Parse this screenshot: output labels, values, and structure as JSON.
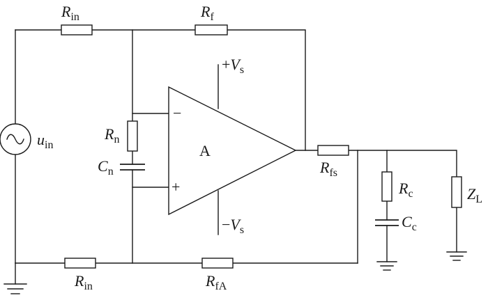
{
  "diagram": {
    "labels": {
      "r_in_top": {
        "sym": "R",
        "sub": "in"
      },
      "r_f": {
        "sym": "R",
        "sub": "f"
      },
      "r_n": {
        "sym": "R",
        "sub": "n"
      },
      "c_n": {
        "sym": "C",
        "sub": "n"
      },
      "u_in": {
        "sym": "u",
        "sub": "in"
      },
      "opamp": {
        "text": "A"
      },
      "inv_sign": {
        "text": "−"
      },
      "noninv_sign": {
        "text": "+"
      },
      "vs_pos": {
        "pre": "+",
        "sym": "V",
        "sub": "s"
      },
      "vs_neg": {
        "pre": "−",
        "sym": "V",
        "sub": "s"
      },
      "r_fs": {
        "sym": "R",
        "sub": "fs"
      },
      "r_c": {
        "sym": "R",
        "sub": "c"
      },
      "c_c": {
        "sym": "C",
        "sub": "c"
      },
      "z_l": {
        "sym": "Z",
        "sub": "L"
      },
      "r_in_bottom": {
        "sym": "R",
        "sub": "in"
      },
      "r_fa": {
        "sym": "R",
        "sub": "fA"
      }
    }
  }
}
